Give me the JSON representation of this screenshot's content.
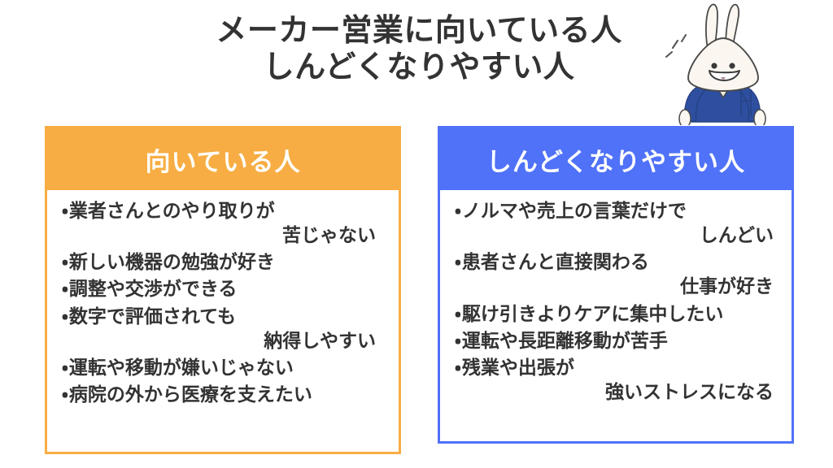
{
  "title": {
    "line1": "メーカー営業に向いている人",
    "line2": "しんどくなりやすい人"
  },
  "colors": {
    "orange": "#F7AD43",
    "blue": "#5072F8",
    "text": "#333333",
    "background": "#FFFFFF",
    "mascot_shirt": "#2E4FA0",
    "mascot_body": "#F6EFE4"
  },
  "panels": {
    "left": {
      "header": "向いている人",
      "accent": "#F7AD43",
      "items": [
        {
          "main": "業者さんとのやり取りが",
          "cont": "苦じゃない"
        },
        {
          "main": "新しい機器の勉強が好き",
          "cont": ""
        },
        {
          "main": "調整や交渉ができる",
          "cont": ""
        },
        {
          "main": "数字で評価されても",
          "cont": "納得しやすい"
        },
        {
          "main": "運転や移動が嫌いじゃない",
          "cont": ""
        },
        {
          "main": "病院の外から医療を支えたい",
          "cont": ""
        }
      ]
    },
    "right": {
      "header": "しんどくなりやすい人",
      "accent": "#5072F8",
      "items": [
        {
          "main": "ノルマや売上の言葉だけで",
          "cont": "しんどい"
        },
        {
          "main": "患者さんと直接関わる",
          "cont": "仕事が好き"
        },
        {
          "main": "駆け引きよりケアに集中したい",
          "cont": ""
        },
        {
          "main": "運転や長距離移動が苦手",
          "cont": ""
        },
        {
          "main": "残業や出張が",
          "cont": "強いストレスになる"
        }
      ]
    }
  },
  "mascot": {
    "name": "rabbit-mascot",
    "description": "smiling rabbit character wearing blue scrubs"
  }
}
